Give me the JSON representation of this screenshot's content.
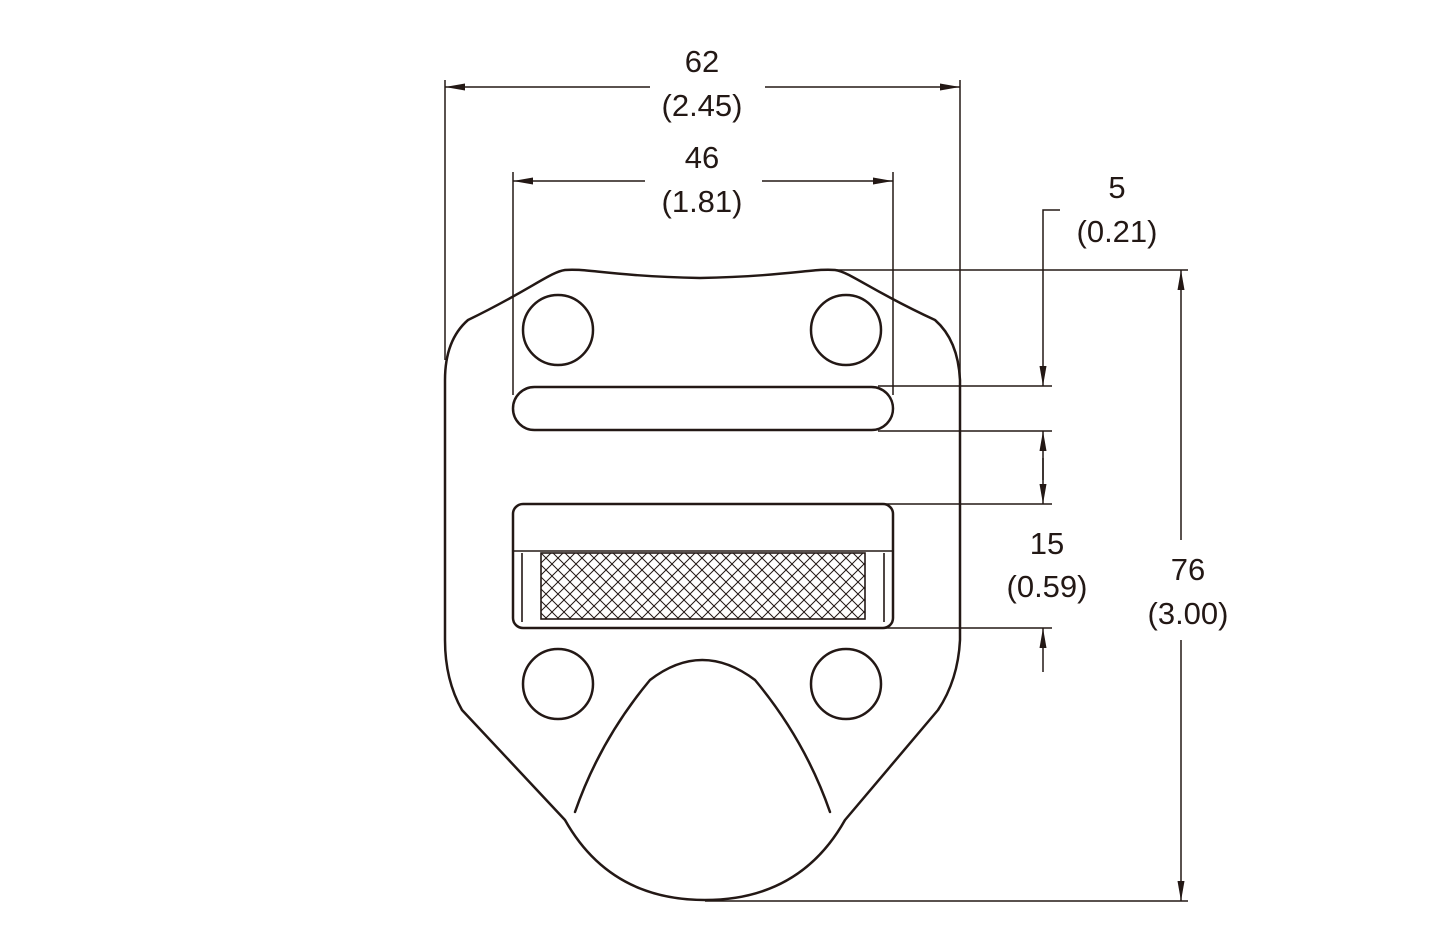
{
  "drawing": {
    "ink_color": "#231815",
    "background_color": "#ffffff",
    "dimensions": {
      "overall_width": {
        "mm": "62",
        "in": "(2.45)"
      },
      "inner_width": {
        "mm": "46",
        "in": "(1.81)"
      },
      "slot_height": {
        "mm": "5",
        "in": "(0.21)"
      },
      "bar_gap": {
        "mm": "15",
        "in": "(0.59)"
      },
      "overall_height": {
        "mm": "76",
        "in": "(3.00)"
      }
    }
  }
}
